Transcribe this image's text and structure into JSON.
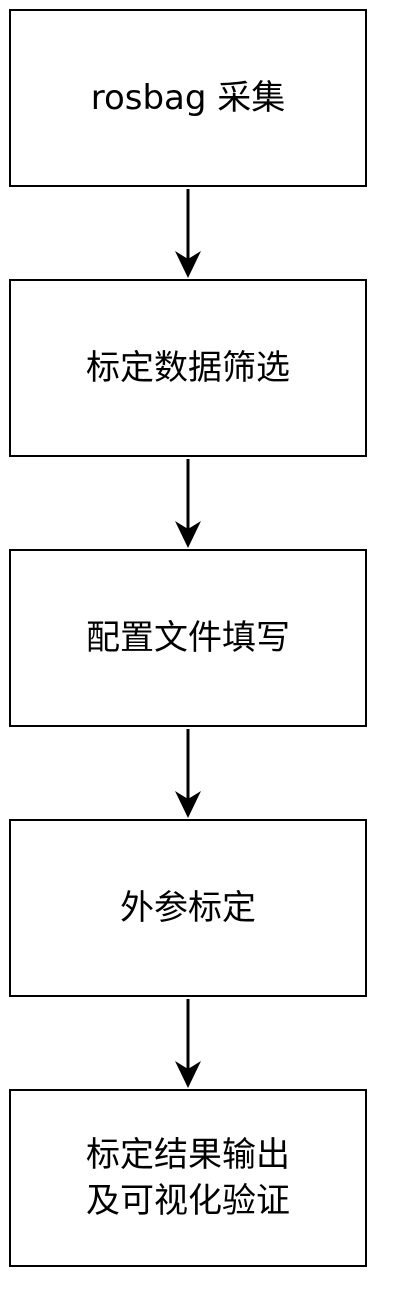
{
  "diagram": {
    "steps": [
      {
        "label": "rosbag 采集"
      },
      {
        "label": "标定数据筛选"
      },
      {
        "label": "配置文件填写"
      },
      {
        "label": "外参标定"
      },
      {
        "label": "标定结果输出\n及可视化验证"
      }
    ],
    "colors": {
      "stroke": "#000000",
      "fill": "#ffffff",
      "text": "#000000"
    }
  }
}
